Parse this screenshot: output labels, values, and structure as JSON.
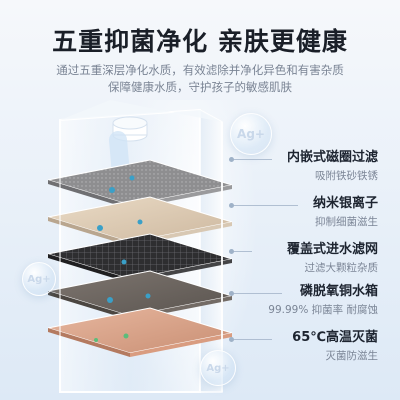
{
  "headline": {
    "title": "五重抑菌净化 亲肤更健康",
    "subtitle_line1": "通过五重深层净化水质，有效滤除并净化异色和有害杂质",
    "subtitle_line2": "保障健康水质，守护孩子的敏感肌肤"
  },
  "bubbles": [
    "Ag+",
    "Ag+",
    "Ag+"
  ],
  "features": [
    {
      "title": "内嵌式磁圈过滤",
      "desc": "吸附铁砂铁锈"
    },
    {
      "title": "纳米银离子",
      "desc": "抑制细菌滋生"
    },
    {
      "title": "覆盖式进水滤网",
      "desc": "过滤大颗粒杂质"
    },
    {
      "title": "磷脱氧铜水箱",
      "desc": "99.99% 抑菌率 耐腐蚀"
    },
    {
      "title": "65℃高温灭菌",
      "desc": "灭菌防滋生"
    }
  ],
  "colors": {
    "layer_top": "#8e8e90",
    "layer_2": "#dccbb6",
    "layer_3": "#2e2e30",
    "layer_4": "#6c6660",
    "layer_5": "#d9a38b",
    "accent_bubble": "#c9d8ea"
  }
}
